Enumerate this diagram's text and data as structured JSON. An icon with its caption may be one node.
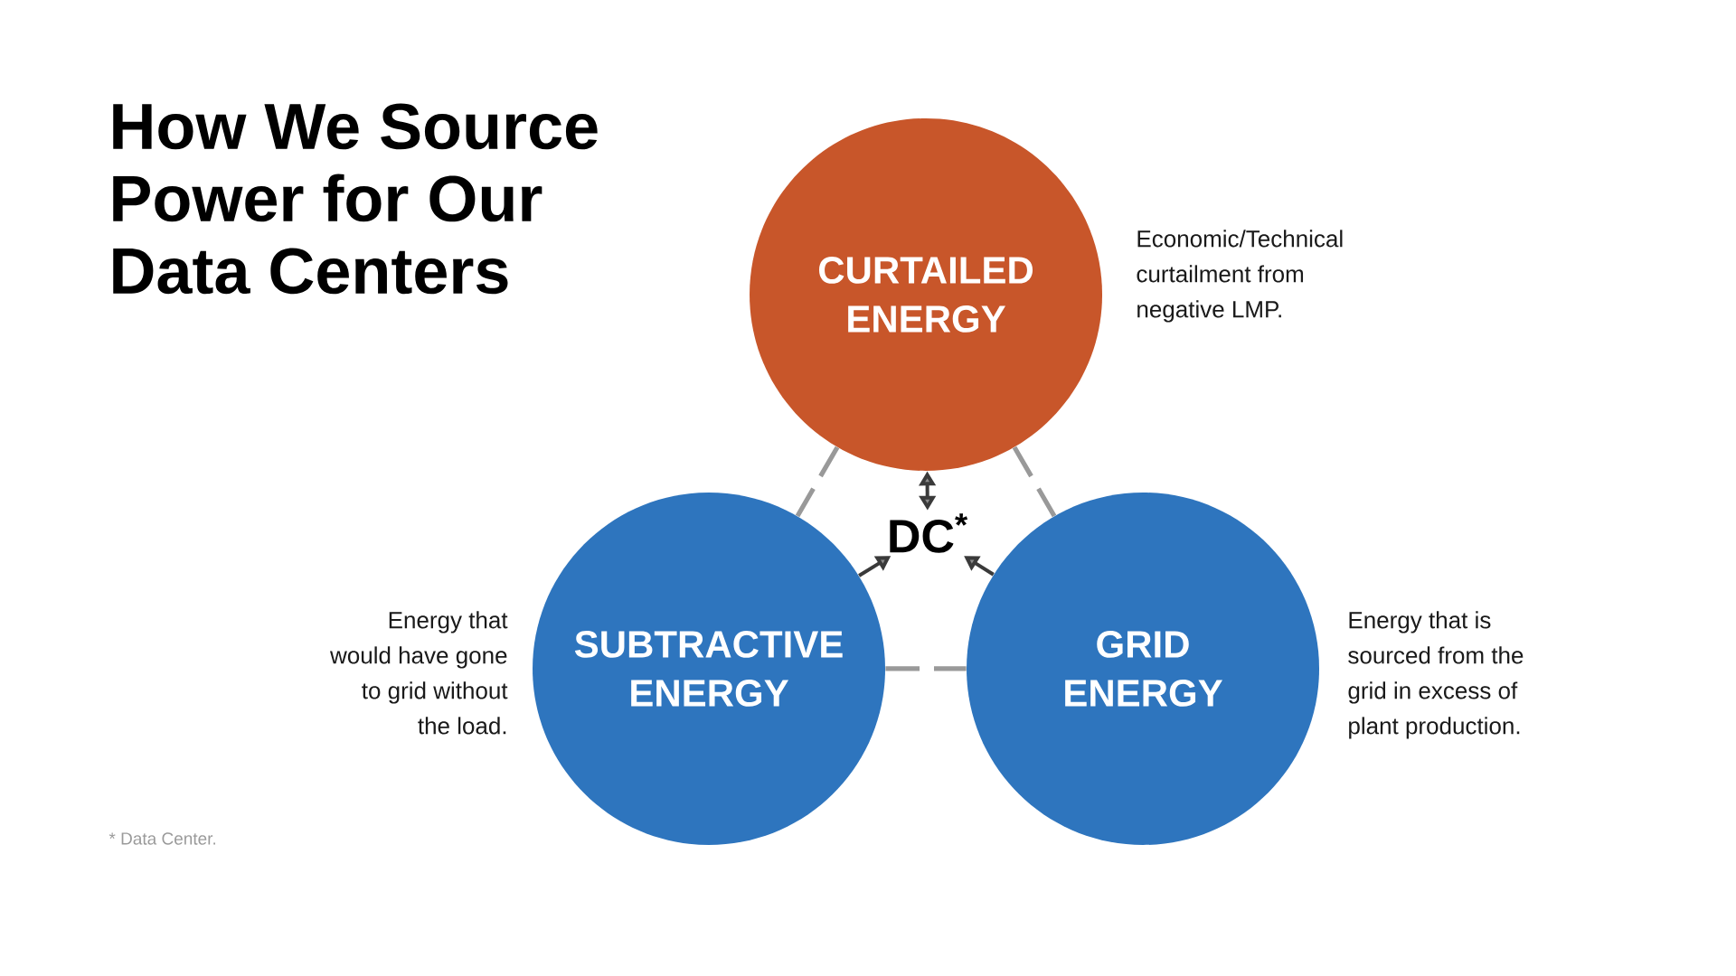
{
  "diagram": {
    "title": "How We Source Power for Our Data Centers",
    "nodes": [
      {
        "text": [
          "CURTAILED ENERGY"
        ],
        "beside": [
          "Economic/Technical curtailment from negative LMP."
        ]
      },
      {
        "text": [
          "SUBTRACTIVE ENERGY"
        ],
        "beside": [
          "Energy that would have gone to grid without the load."
        ]
      },
      {
        "text": [
          "GRID ENERGY"
        ],
        "beside": [
          "Energy that is sourced from the grid in excess of plant production."
        ]
      },
      {
        "text": [
          "DC$^{*}$"
        ]
      }
    ],
    "edges": [
      {
        "from": 0,
        "to": 3,
        "arrow": "both"
      },
      {
        "from": 1,
        "to": 3,
        "arrow": "to"
      },
      {
        "from": 2,
        "to": 3,
        "arrow": "to"
      },
      {
        "from": 0,
        "to": 1,
        "arrow": "none",
        "style": "dashed",
        "color": "#999999"
      },
      {
        "from": 0,
        "to": 2,
        "arrow": "none",
        "style": "dashed",
        "color": "#999999"
      },
      {
        "from": 1,
        "to": 2,
        "arrow": "none",
        "style": "dashed",
        "color": "#999999"
      }
    ],
    "labels": [
      "* Data Center."
    ]
  }
}
